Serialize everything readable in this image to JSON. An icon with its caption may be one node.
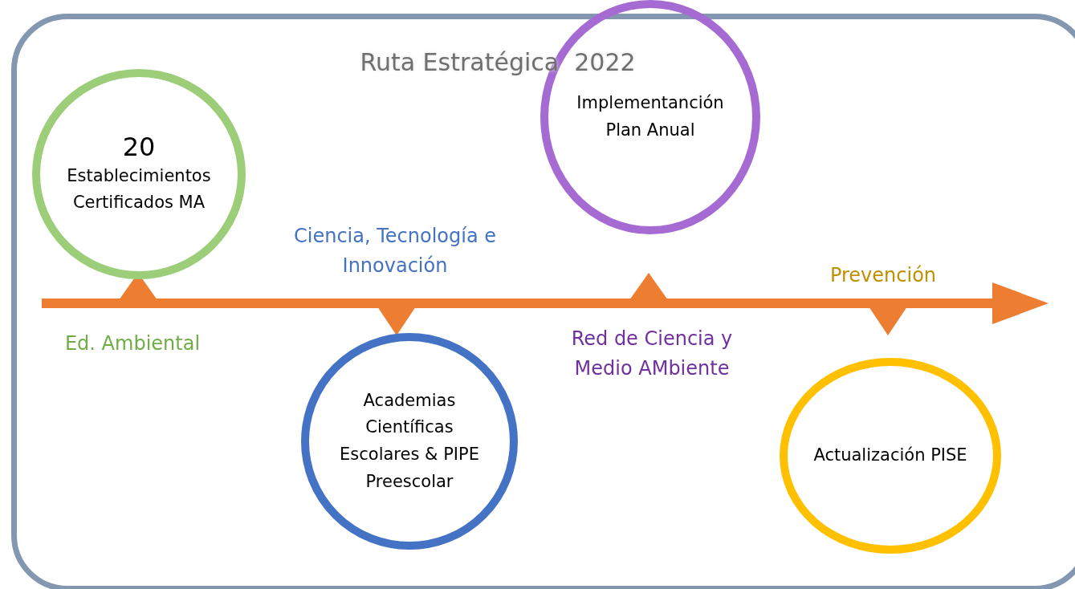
{
  "diagram": {
    "title": "Ruta Estratégica  2022",
    "nodes": [
      {
        "text": [
          "20",
          "Establecimientos Certificados MA"
        ]
      },
      {
        "text": [
          "Academias Científicas Escolares & PIPE Preescolar"
        ]
      },
      {
        "text": [
          "Implementanción Plan Anual"
        ]
      },
      {
        "text": [
          "Actualización PISE"
        ]
      }
    ],
    "labels": [
      "Ed. Ambiental",
      "Ciencia, Tecnología e Innovación",
      "Red de Ciencia y Medio AMbiente",
      "Prevención"
    ]
  }
}
